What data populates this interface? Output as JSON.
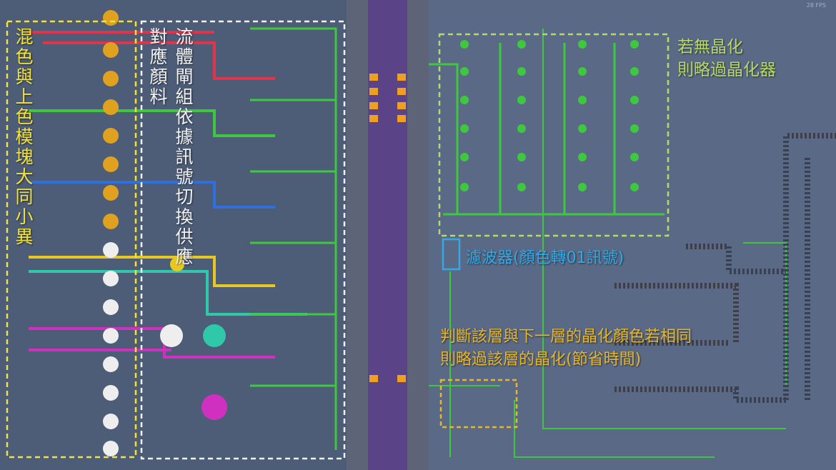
{
  "hud": {
    "fps": "28 FPS"
  },
  "annotations": {
    "mixing_module": "混色與上色模塊大同小異",
    "fluid_gate": "流體閘組依據訊號切換供應對應顏料",
    "skip_crystal_line1": "若無晶化",
    "skip_crystal_line2": "則略過晶化器",
    "filter": "濾波器(顏色轉01訊號)",
    "judge_line1": "判斷該層與下一層的晶化顏色若相同",
    "judge_line2": "則略過該層的晶化(節省時間)"
  },
  "colors": {
    "red": "#e0344a",
    "green": "#3ec83e",
    "blue": "#2f6fe0",
    "yellow": "#e8c820",
    "cyan": "#2fc8a8",
    "magenta": "#d030c0",
    "annotation_yellow": "#f3e23a",
    "annotation_blue": "#32a8e6",
    "annotation_orange": "#e8b62a",
    "annotation_lime": "#b8d86a"
  }
}
